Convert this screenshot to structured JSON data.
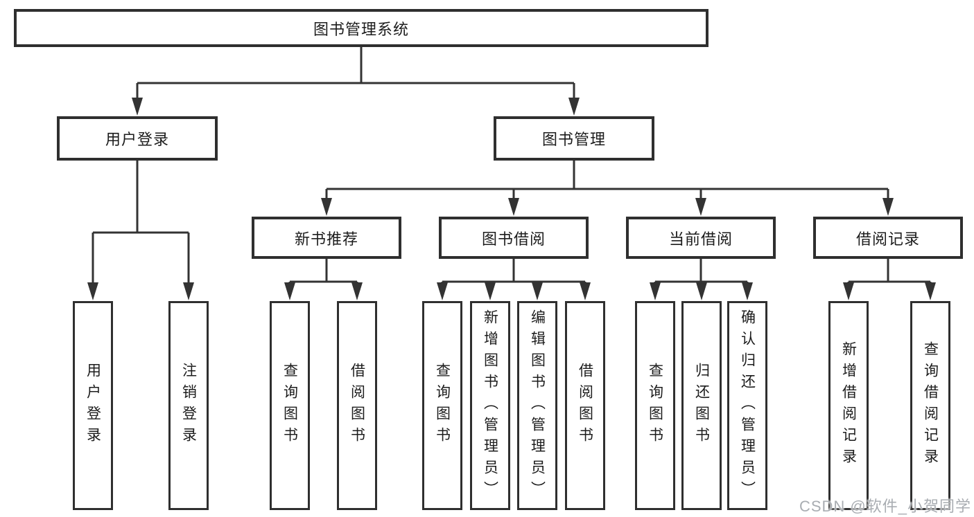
{
  "diagram": {
    "root": {
      "label": "图书管理系统"
    },
    "branches": [
      {
        "label": "用户登录",
        "children": [
          {
            "label": "用户登录"
          },
          {
            "label": "注销登录"
          }
        ]
      },
      {
        "label": "图书管理",
        "children": [
          {
            "label": "新书推荐",
            "children": [
              {
                "label": "查询图书"
              },
              {
                "label": "借阅图书"
              }
            ]
          },
          {
            "label": "图书借阅",
            "children": [
              {
                "label": "查询图书"
              },
              {
                "label": "新增图书（管理员）"
              },
              {
                "label": "编辑图书（管理员）"
              },
              {
                "label": "借阅图书"
              }
            ]
          },
          {
            "label": "当前借阅",
            "children": [
              {
                "label": "查询图书"
              },
              {
                "label": "归还图书"
              },
              {
                "label": "确认归还（管理员）"
              }
            ]
          },
          {
            "label": "借阅记录",
            "children": [
              {
                "label": "新增借阅记录"
              },
              {
                "label": "查询借阅记录"
              }
            ]
          }
        ]
      }
    ]
  },
  "watermark": {
    "text": "CSDN @软件_小贺同学"
  },
  "colors": {
    "line": "#333333",
    "border": "#2f2f2f",
    "text": "#1c1c1c",
    "background": "#ffffff",
    "watermark": "#a9adb2"
  }
}
